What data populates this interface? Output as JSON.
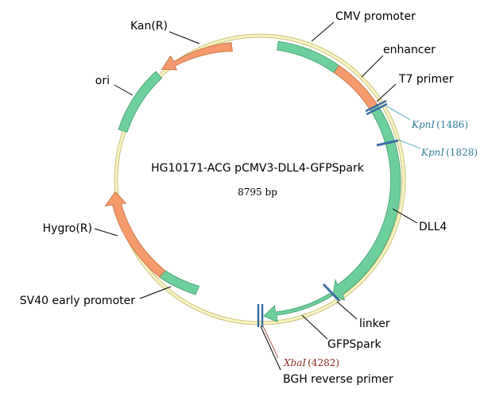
{
  "plasmid": {
    "name": "HG10171-ACG pCMV3-DLL4-GFPSpark",
    "size_label": "8795 bp"
  },
  "features": [
    {
      "id": "cmv-promoter",
      "label": "CMV promoter",
      "color": "#6dcf9c",
      "kind": "box"
    },
    {
      "id": "enhancer",
      "label": "enhancer",
      "color": "#f59a6c",
      "kind": "box"
    },
    {
      "id": "t7-primer",
      "label": "T7 primer",
      "color": "#3d6ea5",
      "kind": "primer"
    },
    {
      "id": "dll4",
      "label": "DLL4",
      "color": "#6dcf9c",
      "kind": "arrow-cw"
    },
    {
      "id": "linker",
      "label": "linker",
      "color": "#3d6ea5",
      "kind": "tick"
    },
    {
      "id": "gfpspark",
      "label": "GFPSpark",
      "color": "#6dcf9c",
      "kind": "arrow-cw"
    },
    {
      "id": "bgh-reverse-primer",
      "label": "BGH reverse primer",
      "color": "#3d6ea5",
      "kind": "primer"
    },
    {
      "id": "sv40-early-promoter",
      "label": "SV40 early promoter",
      "color": "#6dcf9c",
      "kind": "box"
    },
    {
      "id": "hygro",
      "label": "Hygro(R)",
      "color": "#f59a6c",
      "kind": "arrow-ccw"
    },
    {
      "id": "ori",
      "label": "ori",
      "color": "#6dcf9c",
      "kind": "box"
    },
    {
      "id": "kan",
      "label": "Kan(R)",
      "color": "#f59a6c",
      "kind": "arrow-ccw"
    }
  ],
  "sites": [
    {
      "id": "kpni-1486",
      "name": "KpnI",
      "position": "(1486)",
      "color": "#2e7f98"
    },
    {
      "id": "kpni-1828",
      "name": "KpnI",
      "position": "(1828)",
      "color": "#2e7f98"
    },
    {
      "id": "xbai-4282",
      "name": "XbaI",
      "position": "(4282)",
      "color": "#8a2a1c"
    }
  ],
  "colors": {
    "backbone": "#f3efb0",
    "backbone_edge": "#c9c27a",
    "green": "#6dcf9c",
    "orange": "#f59a6c",
    "primer": "#3d6ea5"
  }
}
